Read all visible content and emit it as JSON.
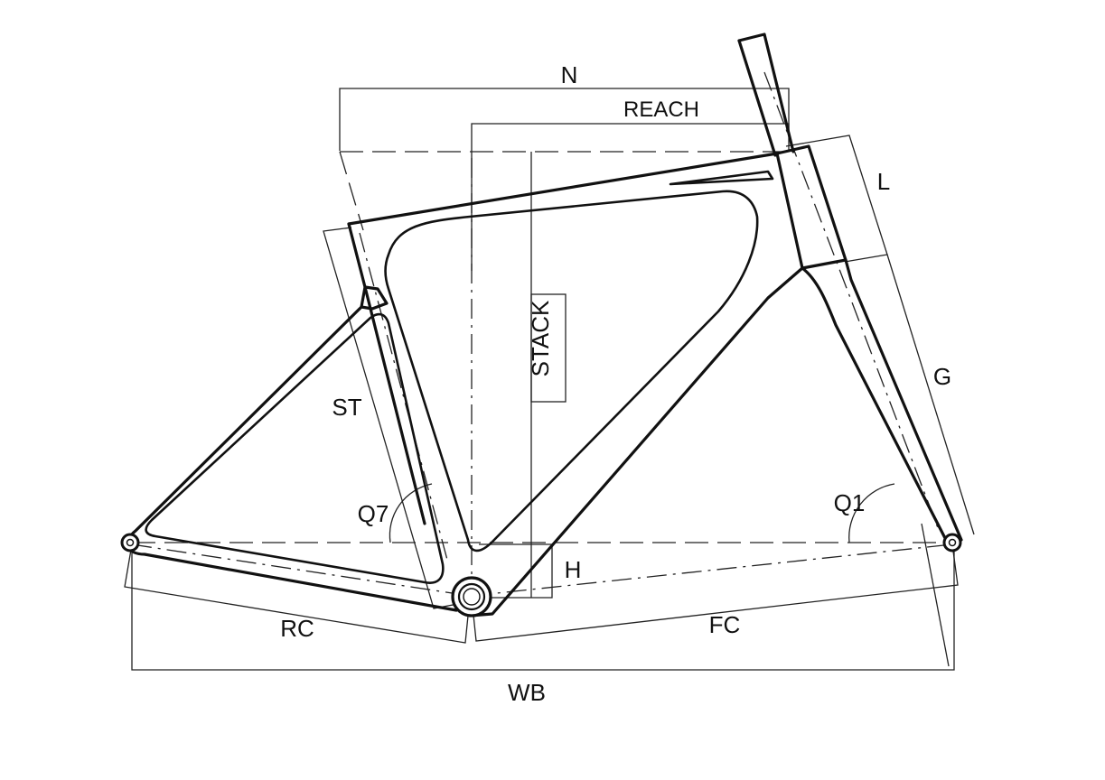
{
  "labels": {
    "n": "N",
    "reach": "REACH",
    "stack": "STACK",
    "l": "L",
    "g": "G",
    "st": "ST",
    "q7": "Q7",
    "q1": "Q1",
    "h": "H",
    "rc": "RC",
    "fc": "FC",
    "wb": "WB"
  },
  "colors": {
    "line": "#111111",
    "background": "#ffffff"
  }
}
